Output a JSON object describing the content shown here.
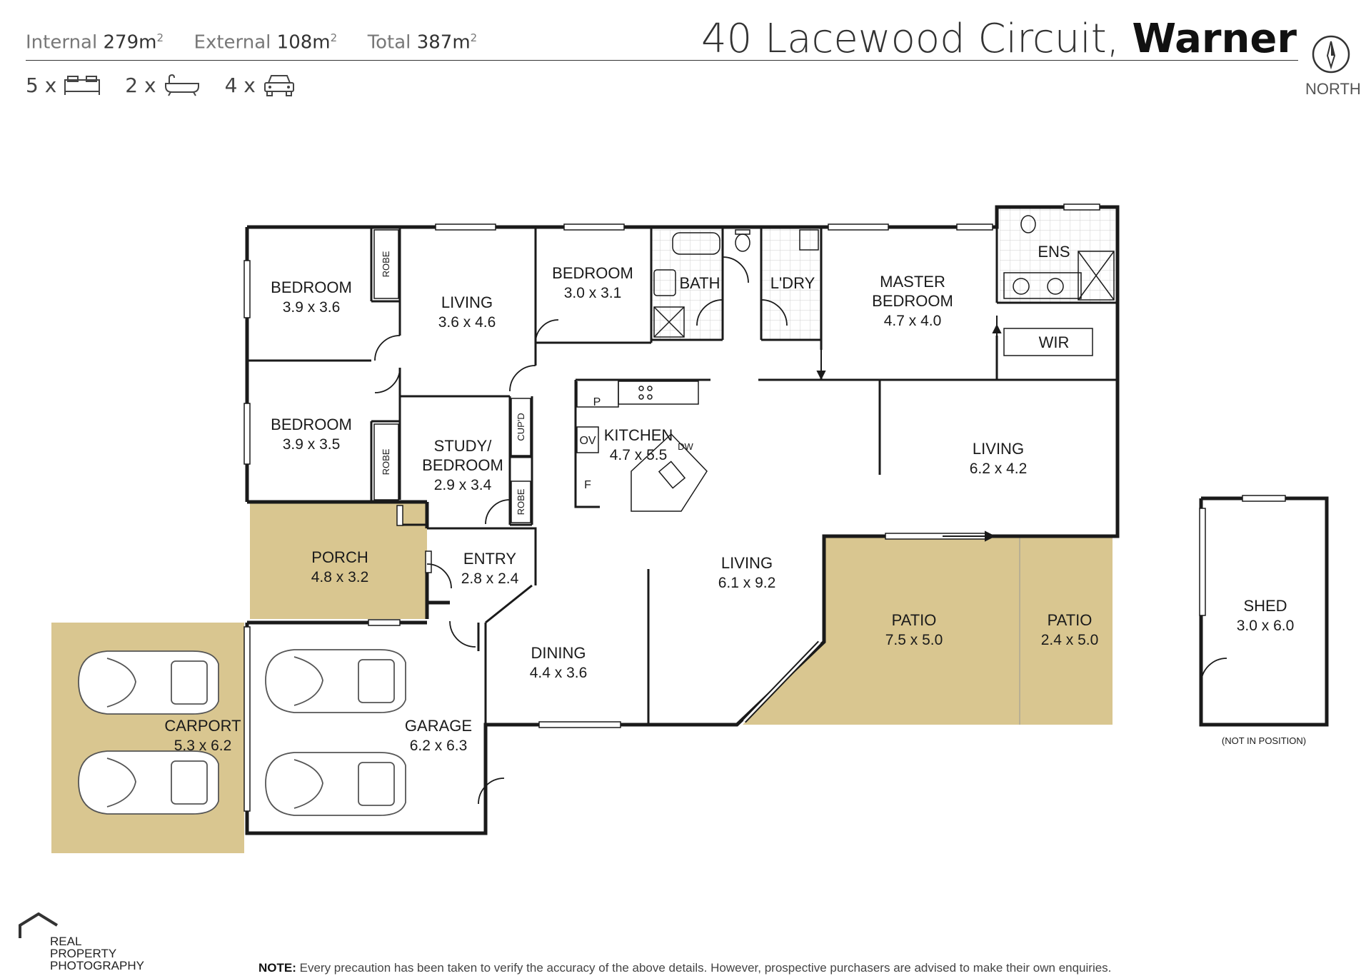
{
  "header": {
    "internal_label": "Internal",
    "internal_value": "279m",
    "external_label": "External",
    "external_value": "108m",
    "total_label": "Total",
    "total_value": "387m",
    "address_street": "40 Lacewood Circuit,",
    "address_suburb": "Warner",
    "area_unit_sup": "2"
  },
  "counts": {
    "bedrooms": "5 x",
    "bathrooms": "2 x",
    "parking": "4 x"
  },
  "compass": {
    "label": "NORTH",
    "icon": "north-arrow-icon"
  },
  "rooms": {
    "bedroom1": {
      "name": "BEDROOM",
      "size": "3.9 x 3.6"
    },
    "bedroom2": {
      "name": "BEDROOM",
      "size": "3.9 x 3.5"
    },
    "bedroom3": {
      "name": "BEDROOM",
      "size": "3.0 x 3.1"
    },
    "living1": {
      "name": "LIVING",
      "size": "3.6 x 4.6"
    },
    "study": {
      "name1": "STUDY/",
      "name2": "BEDROOM",
      "size": "2.9 x 3.4"
    },
    "kitchen": {
      "name": "KITCHEN",
      "size": "4.7 x 5.5"
    },
    "bath": {
      "name": "BATH"
    },
    "laundry": {
      "name": "L'DRY"
    },
    "master": {
      "name1": "MASTER",
      "name2": "BEDROOM",
      "size": "4.7 x 4.0"
    },
    "ens": {
      "name": "ENS"
    },
    "wir": {
      "name": "WIR"
    },
    "living2": {
      "name": "LIVING",
      "size": "6.2 x 4.2"
    },
    "living3": {
      "name": "LIVING",
      "size": "6.1 x 9.2"
    },
    "porch": {
      "name": "PORCH",
      "size": "4.8 x 3.2"
    },
    "entry": {
      "name": "ENTRY",
      "size": "2.8 x 2.4"
    },
    "dining": {
      "name": "DINING",
      "size": "4.4 x 3.6"
    },
    "garage": {
      "name": "GARAGE",
      "size": "6.2 x 6.3"
    },
    "carport": {
      "name": "CARPORT",
      "size": "5.3 x 6.2"
    },
    "patio1": {
      "name": "PATIO",
      "size": "7.5 x 5.0"
    },
    "patio2": {
      "name": "PATIO",
      "size": "2.4 x 5.0"
    },
    "shed": {
      "name": "SHED",
      "size": "3.0 x 6.0",
      "note": "(NOT IN POSITION)"
    }
  },
  "fixtures": {
    "robe": "ROBE",
    "cupd": "CUP'D",
    "pantry": "P",
    "oven": "OV",
    "fridge": "F",
    "dishwasher": "DW"
  },
  "colors": {
    "outdoor_fill": "#d9c690",
    "wall": "#1a1a1a"
  },
  "footer": {
    "logo_line1": "REAL",
    "logo_line2": "PROPERTY",
    "logo_line3": "PHOTOGRAPHY",
    "note_label": "NOTE:",
    "note_text": "Every precaution has been taken to verify the accuracy of the above details. However, prospective purchasers are advised to make their own enquiries."
  }
}
